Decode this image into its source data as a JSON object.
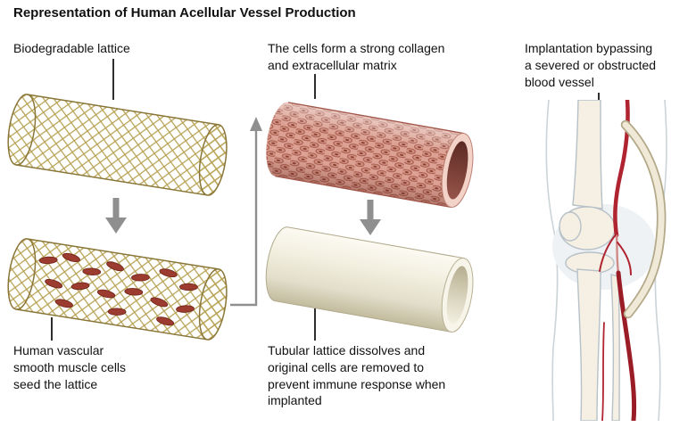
{
  "title": "Representation of Human Acellular Vessel Production",
  "labels": {
    "biodegradable_lattice": "Biodegradable lattice",
    "collagen_matrix": "The cells form a strong collagen\nand extracellular matrix",
    "implantation": "Implantation bypassing\na severed or obstructed\nblood vessel",
    "smooth_muscle": "Human vascular\nsmooth muscle cells\nseed the lattice",
    "dissolves": "Tubular lattice dissolves and\noriginal cells are removed to\nprevent immune response when\nimplanted"
  },
  "colors": {
    "text": "#111111",
    "arrow": "#8f8f8f",
    "lattice_line": "#b7a254",
    "lattice_outline": "#8a7638",
    "cell": "#9c3b2f",
    "collagen_body": "#dca193",
    "collagen_rim": "#f3d2c8",
    "vessel_rim": "#f7f4e9",
    "artery": "#b02330",
    "graft": "#f0e9d7",
    "bone_fill": "#f5f0e3",
    "bone_outline": "#b7c1c8"
  }
}
